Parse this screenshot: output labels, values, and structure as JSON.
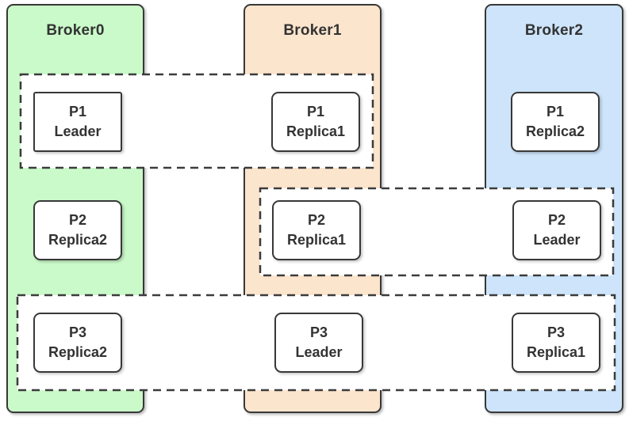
{
  "colors": {
    "broker0_fill": "#cafac9",
    "broker1_fill": "#fce5cd",
    "broker2_fill": "#cde4fa",
    "group_fill": "#ffffff",
    "node_fill": "#ffffff",
    "border": "#383838",
    "text": "#333333"
  },
  "brokers": {
    "broker0": {
      "label": "Broker0"
    },
    "broker1": {
      "label": "Broker1"
    },
    "broker2": {
      "label": "Broker2"
    }
  },
  "nodes": {
    "p1_leader": {
      "line1": "P1",
      "line2": "Leader"
    },
    "p1_replica1": {
      "line1": "P1",
      "line2": "Replica1"
    },
    "p1_replica2": {
      "line1": "P1",
      "line2": "Replica2"
    },
    "p2_replica2": {
      "line1": "P2",
      "line2": "Replica2"
    },
    "p2_replica1": {
      "line1": "P2",
      "line2": "Replica1"
    },
    "p2_leader": {
      "line1": "P2",
      "line2": "Leader"
    },
    "p3_replica2": {
      "line1": "P3",
      "line2": "Replica2"
    },
    "p3_leader": {
      "line1": "P3",
      "line2": "Leader"
    },
    "p3_replica1": {
      "line1": "P3",
      "line2": "Replica1"
    }
  }
}
